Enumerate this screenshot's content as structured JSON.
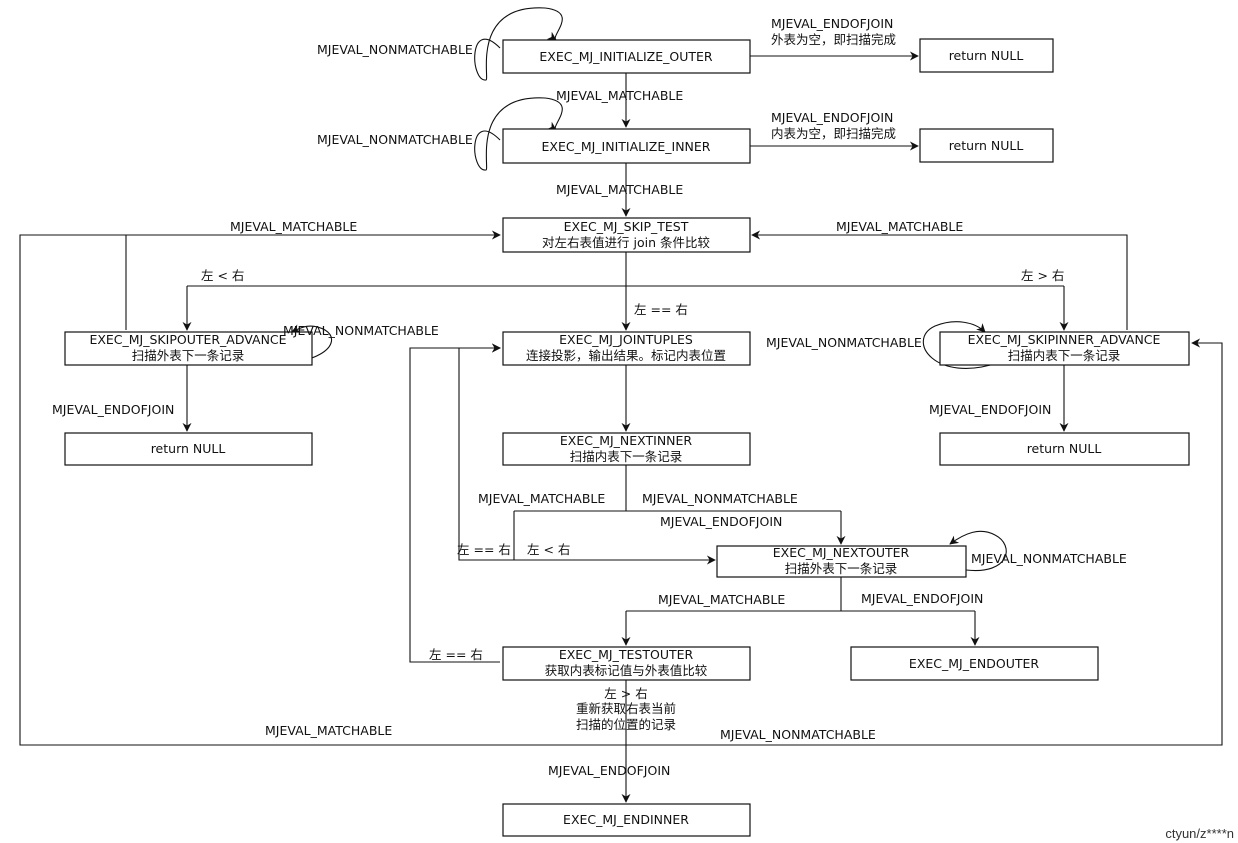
{
  "nodes": {
    "initialize_outer": {
      "line1": "EXEC_MJ_INITIALIZE_OUTER"
    },
    "initialize_inner": {
      "line1": "EXEC_MJ_INITIALIZE_INNER"
    },
    "return_null_1": {
      "line1": "return NULL"
    },
    "return_null_2": {
      "line1": "return NULL"
    },
    "skip_test": {
      "line1": "EXEC_MJ_SKIP_TEST",
      "line2": "对左右表值进行 join 条件比较"
    },
    "skipouter_advance": {
      "line1": "EXEC_MJ_SKIPOUTER_ADVANCE",
      "line2": "扫描外表下一条记录"
    },
    "jointuples": {
      "line1": "EXEC_MJ_JOINTUPLES",
      "line2": "连接投影，输出结果。标记内表位置"
    },
    "skipinner_advance": {
      "line1": "EXEC_MJ_SKIPINNER_ADVANCE",
      "line2": "扫描内表下一条记录"
    },
    "return_null_3": {
      "line1": "return NULL"
    },
    "return_null_4": {
      "line1": "return NULL"
    },
    "nextinner": {
      "line1": "EXEC_MJ_NEXTINNER",
      "line2": "扫描内表下一条记录"
    },
    "nextouter": {
      "line1": "EXEC_MJ_NEXTOUTER",
      "line2": "扫描外表下一条记录"
    },
    "testouter": {
      "line1": "EXEC_MJ_TESTOUTER",
      "line2": "获取内表标记值与外表值比较"
    },
    "endouter": {
      "line1": "EXEC_MJ_ENDOUTER"
    },
    "endinner": {
      "line1": "EXEC_MJ_ENDINNER"
    }
  },
  "edge_labels": {
    "outer_self": "MJEVAL_NONMATCHABLE",
    "outer_endofjoin_1": "MJEVAL_ENDOFJOIN",
    "outer_endofjoin_2": "外表为空，即扫描完成",
    "outer_matchable": "MJEVAL_MATCHABLE",
    "inner_self": "MJEVAL_NONMATCHABLE",
    "inner_endofjoin_1": "MJEVAL_ENDOFJOIN",
    "inner_endofjoin_2": "内表为空，即扫描完成",
    "inner_matchable": "MJEVAL_MATCHABLE",
    "skipouter_back_matchable": "MJEVAL_MATCHABLE",
    "skipinner_back_matchable": "MJEVAL_MATCHABLE",
    "left_less": "左 < 右",
    "left_greater": "左 > 右",
    "left_equal": "左 == 右",
    "skipouter_self": "MJEVAL_NONMATCHABLE",
    "skipinner_self": "MJEVAL_NONMATCHABLE",
    "skipouter_endofjoin": "MJEVAL_ENDOFJOIN",
    "skipinner_endofjoin": "MJEVAL_ENDOFJOIN",
    "nextinner_matchable": "MJEVAL_MATCHABLE",
    "nextinner_nonmatchable": "MJEVAL_NONMATCHABLE",
    "nextinner_endofjoin": "MJEVAL_ENDOFJOIN",
    "nextinner_equal": "左 == 右",
    "nextinner_less": "左 < 右",
    "nextouter_self": "MJEVAL_NONMATCHABLE",
    "nextouter_matchable": "MJEVAL_MATCHABLE",
    "nextouter_endofjoin": "MJEVAL_ENDOFJOIN",
    "testouter_equal": "左 == 右",
    "testouter_greater_1": "左 > 右",
    "testouter_greater_2": "重新获取右表当前",
    "testouter_greater_3": "扫描的位置的记录",
    "bottom_matchable": "MJEVAL_MATCHABLE",
    "bottom_nonmatchable": "MJEVAL_NONMATCHABLE",
    "testouter_endofjoin": "MJEVAL_ENDOFJOIN"
  },
  "watermark": "ctyun/z****n"
}
